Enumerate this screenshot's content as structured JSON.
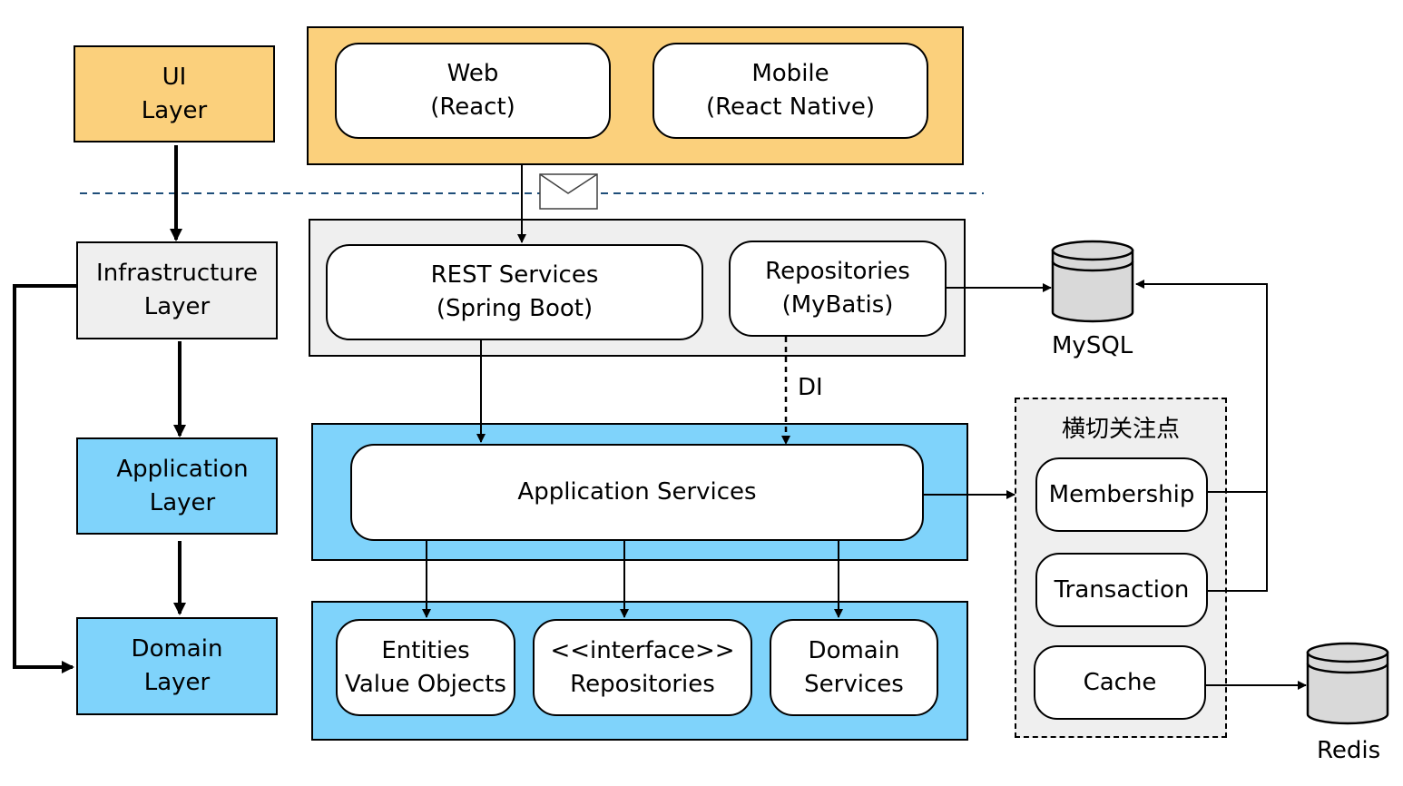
{
  "colors": {
    "ui": "#fbd07c",
    "infrastructure": "#efefef",
    "application": "#7fd3fb",
    "domain": "#7fd3fb",
    "cross_cutting": "#efefef",
    "divider": "#1f4e79",
    "database": "#d9d9d9"
  },
  "layers": {
    "ui": [
      "UI",
      "Layer"
    ],
    "infrastructure": [
      "Infrastructure",
      "Layer"
    ],
    "application": [
      "Application",
      "Layer"
    ],
    "domain": [
      "Domain",
      "Layer"
    ]
  },
  "ui_components": {
    "web": [
      "Web",
      "(React)"
    ],
    "mobile": [
      "Mobile",
      "(React Native)"
    ]
  },
  "infrastructure_components": {
    "rest": [
      "REST Services",
      "(Spring Boot)"
    ],
    "repositories": [
      "Repositories",
      "(MyBatis)"
    ]
  },
  "application_components": {
    "services": "Application Services"
  },
  "domain_components": {
    "entities": [
      "Entities",
      "Value Objects"
    ],
    "interfaces": [
      "<<interface>>",
      "Repositories"
    ],
    "services": [
      "Domain",
      "Services"
    ]
  },
  "cross_cutting": {
    "title": "横切关注点",
    "membership": "Membership",
    "transaction": "Transaction",
    "cache": "Cache"
  },
  "databases": {
    "mysql": "MySQL",
    "redis": "Redis"
  },
  "labels": {
    "di": "DI"
  },
  "icons": {
    "message": "envelope-icon"
  }
}
